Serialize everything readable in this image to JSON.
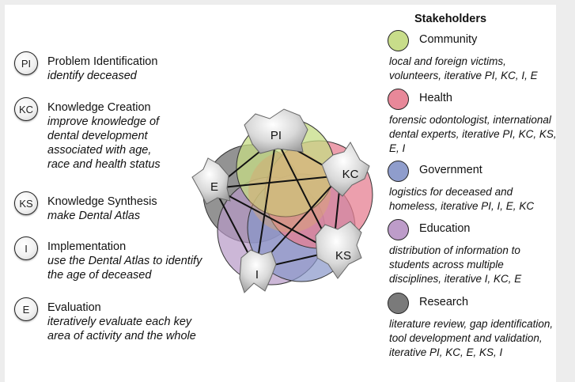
{
  "phases": [
    {
      "abbr": "PI",
      "title": "Problem Identification",
      "desc": "identify deceased"
    },
    {
      "abbr": "KC",
      "title": "Knowledge Creation",
      "desc": "improve knowledge of dental development associated with age, race and health status"
    },
    {
      "abbr": "KS",
      "title": "Knowledge Synthesis",
      "desc": "make Dental Atlas"
    },
    {
      "abbr": "I",
      "title": "Implementation",
      "desc": "use the Dental Atlas to identify the age of deceased"
    },
    {
      "abbr": "E",
      "title": "Evaluation",
      "desc": "iteratively evaluate each key area of activity and the whole"
    }
  ],
  "stakeholders_title": "Stakeholders",
  "stakeholders": [
    {
      "name": "Community",
      "color": "#c8dd8a",
      "desc": "local and foreign victims, volunteers, iterative PI, KC, I, E"
    },
    {
      "name": "Health",
      "color": "#e88899",
      "desc": "forensic odontologist, international dental experts, iterative PI, KC, KS, E, I"
    },
    {
      "name": "Government",
      "color": "#8f9dcc",
      "desc": "logistics for deceased and homeless, iterative PI, I, E, KC"
    },
    {
      "name": "Education",
      "color": "#bd9cc9",
      "desc": "distribution of information to students across multiple disciplines, iterative I, KC, E"
    },
    {
      "name": "Research",
      "color": "#7a7a7a",
      "desc": "literature review, gap identification, tool development and validation, iterative PI, KC, E, KS, I"
    }
  ],
  "diagram_labels": {
    "pi": "PI",
    "kc": "KC",
    "ks": "KS",
    "i": "I",
    "e": "E"
  }
}
